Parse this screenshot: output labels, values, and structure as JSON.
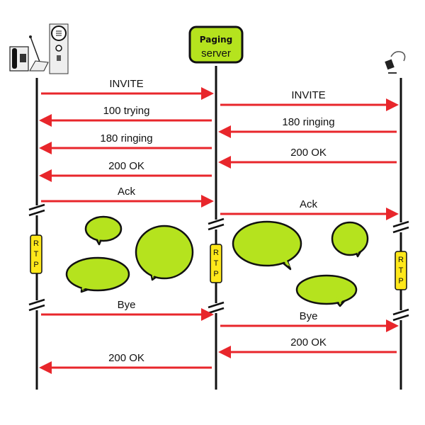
{
  "server": {
    "title": "Paging",
    "subtitle": "server"
  },
  "left_messages": [
    {
      "label": "INVITE",
      "dir": "right"
    },
    {
      "label": "100 trying",
      "dir": "left"
    },
    {
      "label": "180 ringing",
      "dir": "left"
    },
    {
      "label": "200 OK",
      "dir": "left"
    },
    {
      "label": "Ack",
      "dir": "right"
    },
    {
      "label": "Bye",
      "dir": "right"
    },
    {
      "label": "200 OK",
      "dir": "left"
    }
  ],
  "right_messages": [
    {
      "label": "INVITE",
      "dir": "right"
    },
    {
      "label": "180 ringing",
      "dir": "left"
    },
    {
      "label": "200 OK",
      "dir": "left"
    },
    {
      "label": "Ack",
      "dir": "right"
    },
    {
      "label": "Bye",
      "dir": "right"
    },
    {
      "label": "200 OK",
      "dir": "left"
    }
  ],
  "rtp_label": [
    "R",
    "T",
    "P"
  ],
  "colors": {
    "arrow": "#e8262b",
    "accent": "#b5e31e",
    "rtp": "#ffe81a"
  }
}
